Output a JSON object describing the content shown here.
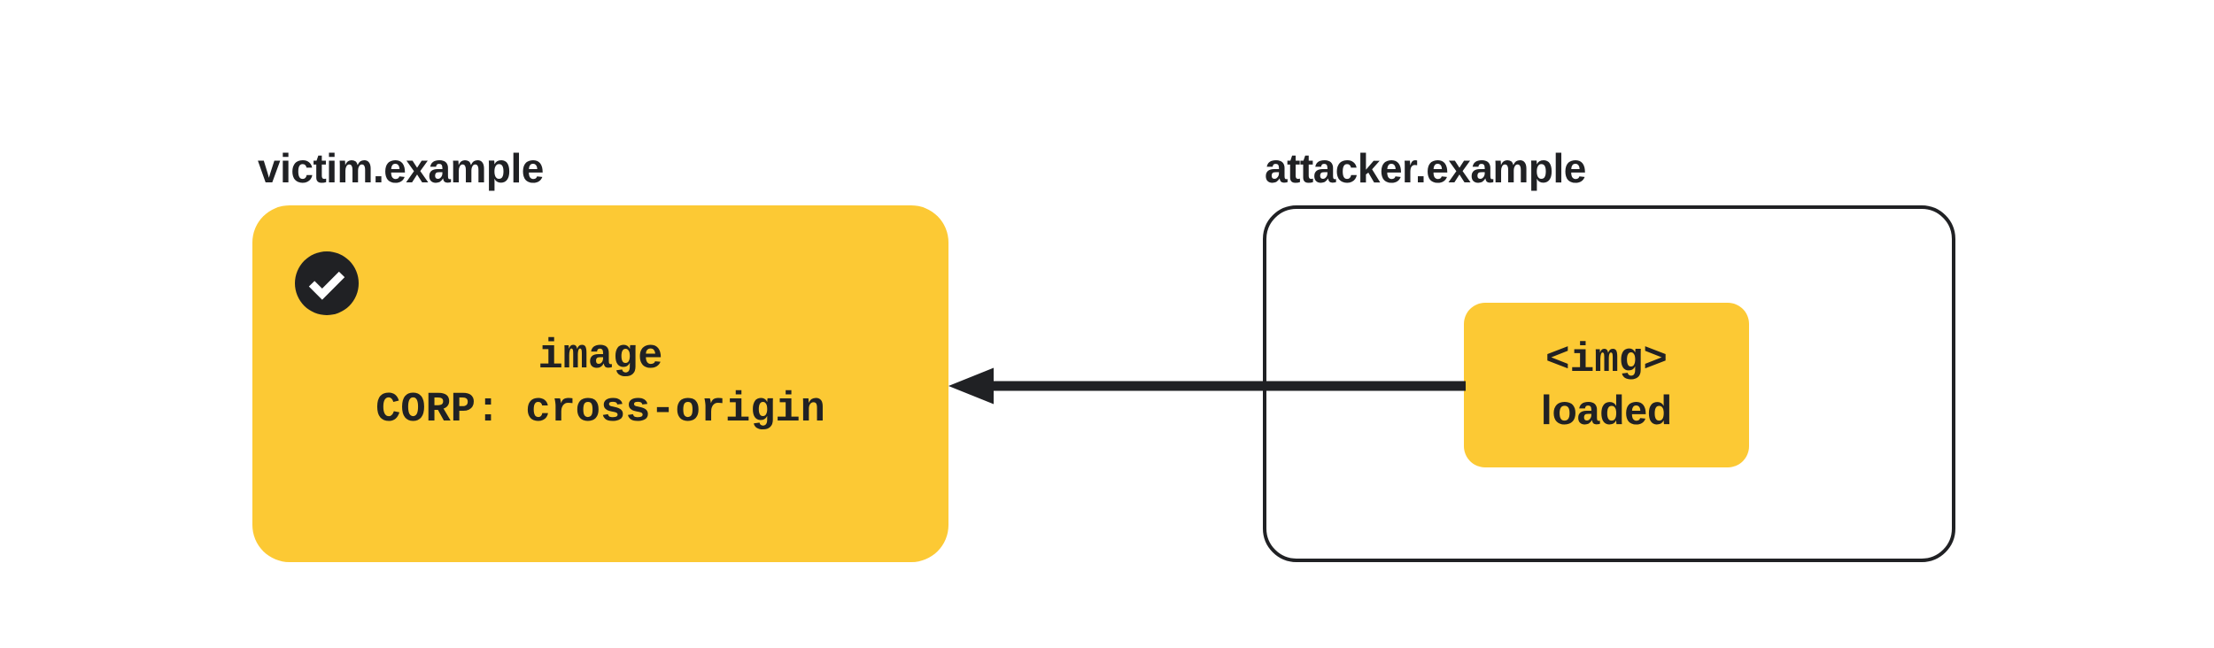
{
  "diagram_type": "security-flow-diagram",
  "victim": {
    "label": "victim.example",
    "resource": "image",
    "corp_header": "CORP: cross-origin",
    "status_icon": "check-circle"
  },
  "attacker": {
    "label": "attacker.example",
    "img_tag": "<img>",
    "img_status": "loaded"
  },
  "arrow": {
    "direction": "right-to-left",
    "from": "attacker-img-box",
    "to": "victim-box"
  },
  "colors": {
    "yellow": "#FCC934",
    "dark": "#202124",
    "background": "#FFFFFF"
  }
}
